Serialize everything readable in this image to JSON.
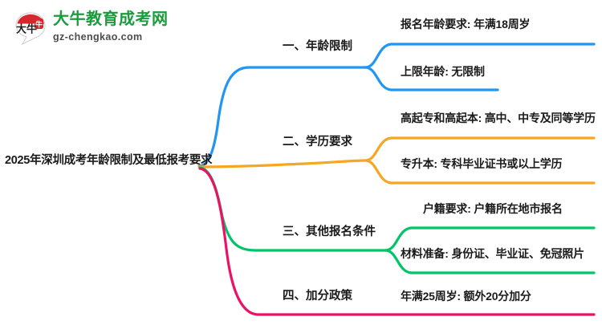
{
  "logo": {
    "mark_icon": "daniu-bull-badge-icon",
    "cn_name": "大牛教育成考网",
    "domain": "gz-chengkao.com"
  },
  "mindmap": {
    "root": {
      "label": "2025年深圳成考年龄限制及最低报考要求"
    },
    "branches": [
      {
        "id": "age-limit",
        "label": "一、年龄限制",
        "color": "#2196f3",
        "children": [
          {
            "id": "signup-age",
            "label": "报名年龄要求: 年满18周岁"
          },
          {
            "id": "upper-age",
            "label": "上限年龄: 无限制"
          }
        ]
      },
      {
        "id": "education-requirement",
        "label": "二、学历要求",
        "color": "#f5a623",
        "children": [
          {
            "id": "gaoqi",
            "label": "高起专和高起本: 高中、中专及同等学历"
          },
          {
            "id": "zhuanshengben",
            "label": "专升本: 专科毕业证书或以上学历"
          }
        ]
      },
      {
        "id": "other-conditions",
        "label": "三、其他报名条件",
        "color": "#00c566",
        "children": [
          {
            "id": "huji",
            "label": "户籍要求: 户籍所在地市报名"
          },
          {
            "id": "materials",
            "label": "材料准备: 身份证、毕业证、免冠照片"
          }
        ]
      },
      {
        "id": "bonus-policy",
        "label": "四、加分政策",
        "color": "#ec1164",
        "children": [
          {
            "id": "age25-bonus",
            "label": "年满25周岁: 额外20分加分"
          }
        ]
      }
    ]
  },
  "colors": {
    "blue": "#2196f3",
    "orange": "#f5a623",
    "green": "#00c566",
    "pink": "#ec1164",
    "logo_green": "#1a9c3c",
    "logo_red": "#d8262c",
    "text": "#1a1a1a"
  }
}
